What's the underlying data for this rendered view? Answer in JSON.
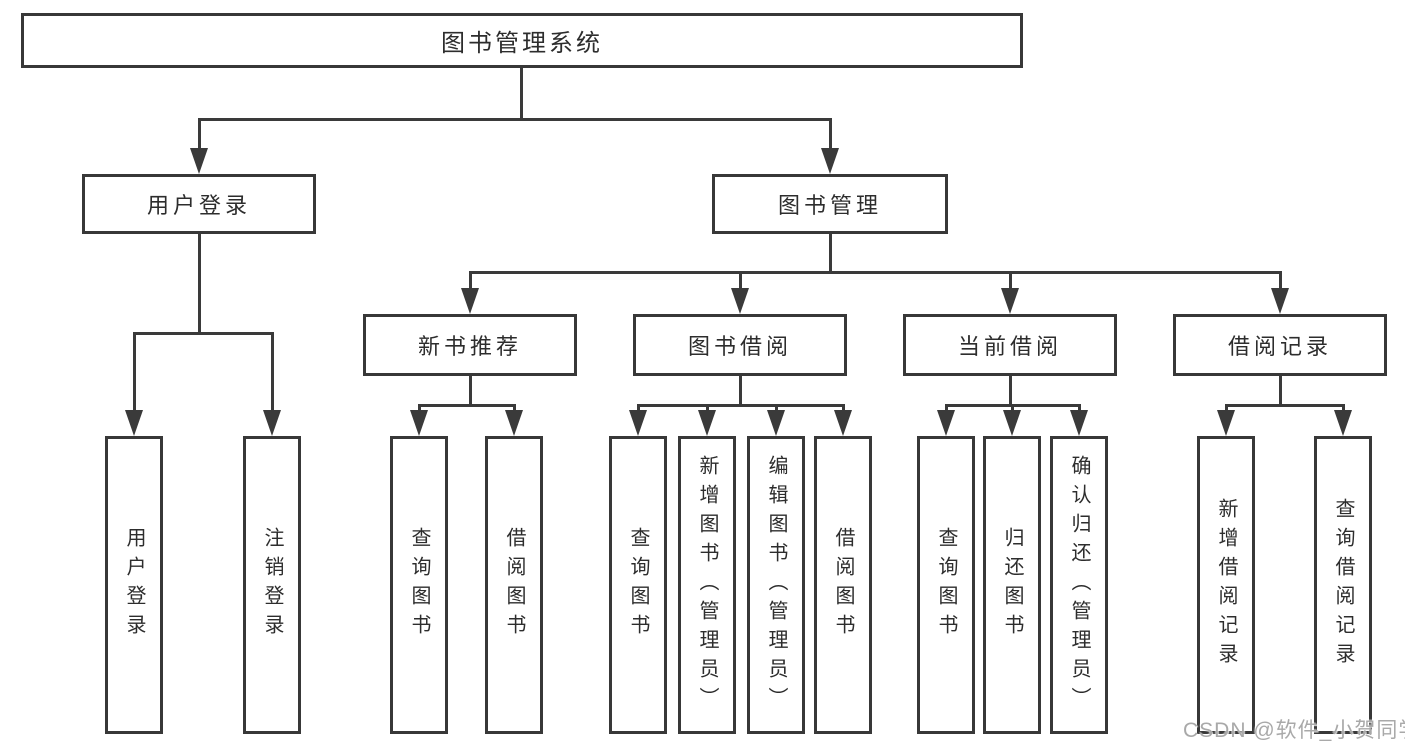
{
  "colors": {
    "line": "#3a3a3a",
    "border": "#383838",
    "text": "#2d2d2d",
    "watermark": "#a9a9a9",
    "background": "#ffffff"
  },
  "tree": {
    "label": "图书管理系统",
    "children": [
      {
        "label": "用户登录",
        "children": [
          {
            "label": "用户登录"
          },
          {
            "label": "注销登录"
          }
        ]
      },
      {
        "label": "图书管理",
        "children": [
          {
            "label": "新书推荐",
            "children": [
              {
                "label": "查询图书"
              },
              {
                "label": "借阅图书"
              }
            ]
          },
          {
            "label": "图书借阅",
            "children": [
              {
                "label": "查询图书"
              },
              {
                "label": "新增图书（管理员）"
              },
              {
                "label": "编辑图书（管理员）"
              },
              {
                "label": "借阅图书"
              }
            ]
          },
          {
            "label": "当前借阅",
            "children": [
              {
                "label": "查询图书"
              },
              {
                "label": "归还图书"
              },
              {
                "label": "确认归还（管理员）"
              }
            ]
          },
          {
            "label": "借阅记录",
            "children": [
              {
                "label": "新增借阅记录"
              },
              {
                "label": "查询借阅记录"
              }
            ]
          }
        ]
      }
    ]
  },
  "watermark": {
    "text": "CSDN @软件_小贺同学"
  }
}
